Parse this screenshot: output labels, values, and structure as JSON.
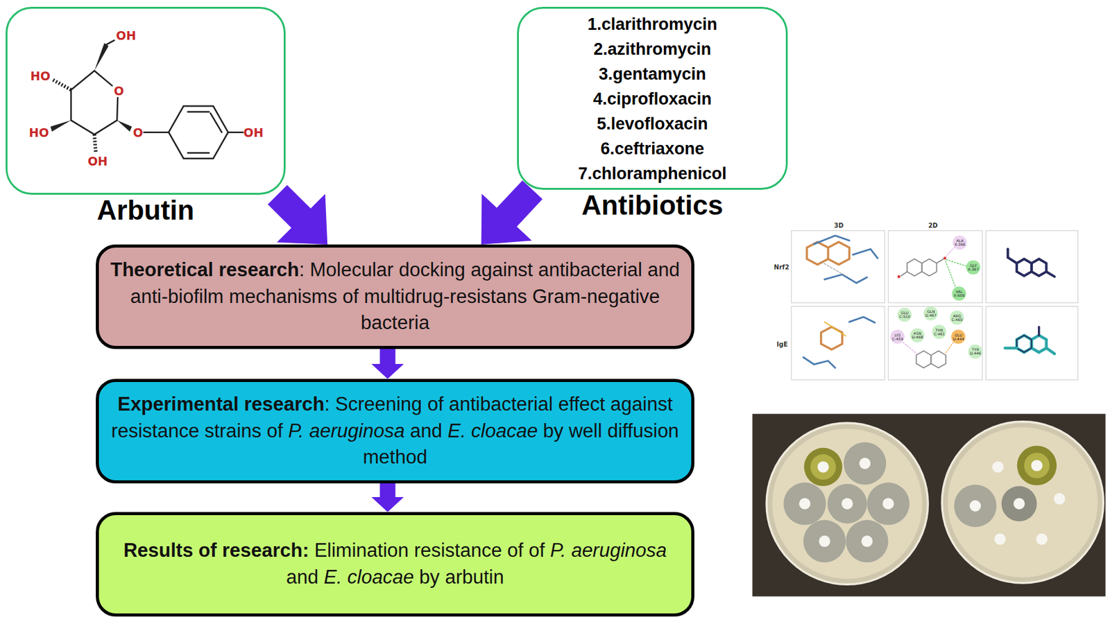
{
  "diagram": {
    "nodes": [
      {
        "text": [
          "Arbutin"
        ]
      },
      {
        "text": [
          "1.clarithromycin",
          "2.azithromycin",
          "3.gentamycin",
          "4.ciprofloxacin",
          "5.levofloxacin",
          "6.ceftriaxone",
          "7.chloramphenicol",
          "Antibiotics"
        ]
      },
      {
        "text": [
          "Theoretical research",
          ": Molecular docking against antibacterial and anti-biofilm mechanisms of multidrug-resistans Gram-negative bacteria"
        ]
      },
      {
        "text": [
          "Experimental research",
          ": Screening of antibacterial effect against resistance strains of",
          "P. aeruginosa",
          "and",
          "E. cloacae",
          "by well diffusion method"
        ]
      },
      {
        "text": [
          "Results of research:",
          "Elimination resistance of of",
          "P. aeruginosa",
          "and",
          "E. cloacae",
          "by arbutin"
        ]
      }
    ],
    "edges": [
      {
        "from": 0,
        "to": 2,
        "arrow": "to"
      },
      {
        "from": 1,
        "to": 2,
        "arrow": "to"
      },
      {
        "from": 2,
        "to": 3,
        "arrow": "to"
      },
      {
        "from": 3,
        "to": 4,
        "arrow": "to"
      }
    ],
    "labels": [
      "OH",
      "HO",
      "O",
      "HO",
      "O",
      "OH",
      "OH",
      "3D",
      "2D",
      "Nrf2",
      "IgE",
      "ALA X:366",
      "GLY X:367",
      "VAL X:606",
      "GLU C:510",
      "GLN D:467",
      "ARG C:460",
      "LYS C:459",
      "ASN D:468",
      "THR C:461",
      "GLU D:444",
      "TYR D:446"
    ]
  }
}
